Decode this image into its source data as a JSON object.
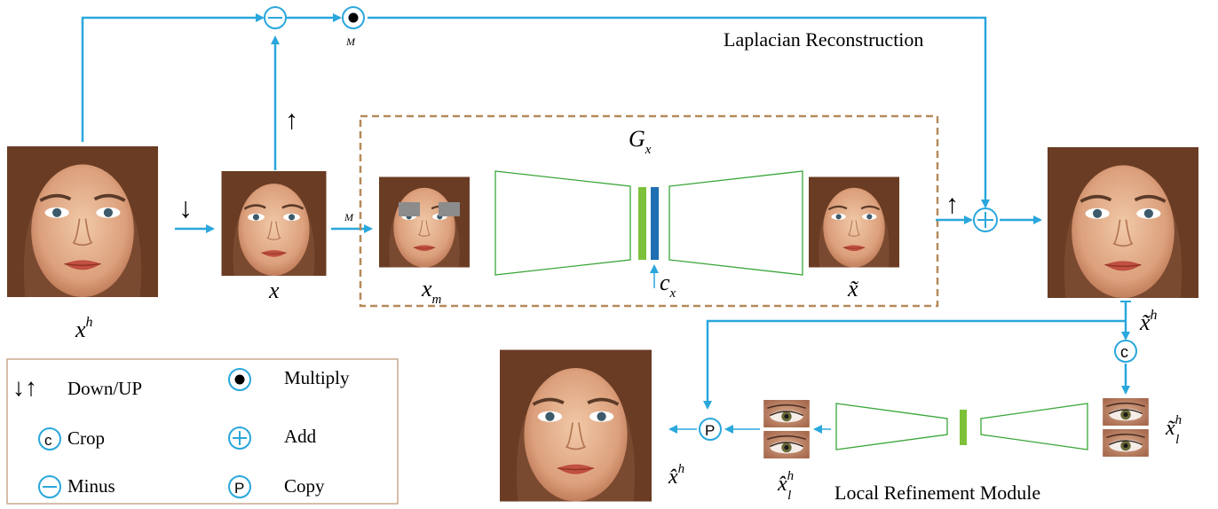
{
  "diagram": {
    "laplacian_title": "Laplacian Reconstruction",
    "local_title": "Local Refinement Module",
    "generator_label": "G",
    "generator_sub": "x",
    "labels": {
      "xh_base": "x",
      "xh_sup": "h",
      "x": "x",
      "xm_base": "x",
      "xm_sub": "m",
      "cx_base": "c",
      "cx_sub": "x",
      "xtilde": "x̃",
      "xtilde_h_base": "x̃",
      "xtilde_h_sup": "h",
      "xtilde_lh_base": "x̃",
      "xtilde_lh_sup": "h",
      "xtilde_lh_sub": "l",
      "xhat_lh_base": "x̂",
      "xhat_lh_sup": "h",
      "xhat_lh_sub": "l",
      "xhat_h_base": "x̂",
      "xhat_h_sup": "h",
      "mask_m1": "M",
      "mask_m2": "M"
    },
    "arrows": {
      "down": "↓",
      "up": "↑"
    },
    "ops": {
      "minus": "−",
      "add": "+",
      "crop": "c",
      "copy": "P"
    }
  },
  "legend": {
    "down_up": "Down/UP",
    "multiply": "Multiply",
    "crop": "Crop",
    "add": "Add",
    "minus": "Minus",
    "copy": "Copy"
  },
  "colors": {
    "wire": "#2aa7dc",
    "dashed_box": "#b58a5a",
    "green": "#7dc13a",
    "blue": "#1f6fb3",
    "legend_border": "#c9a98e"
  }
}
